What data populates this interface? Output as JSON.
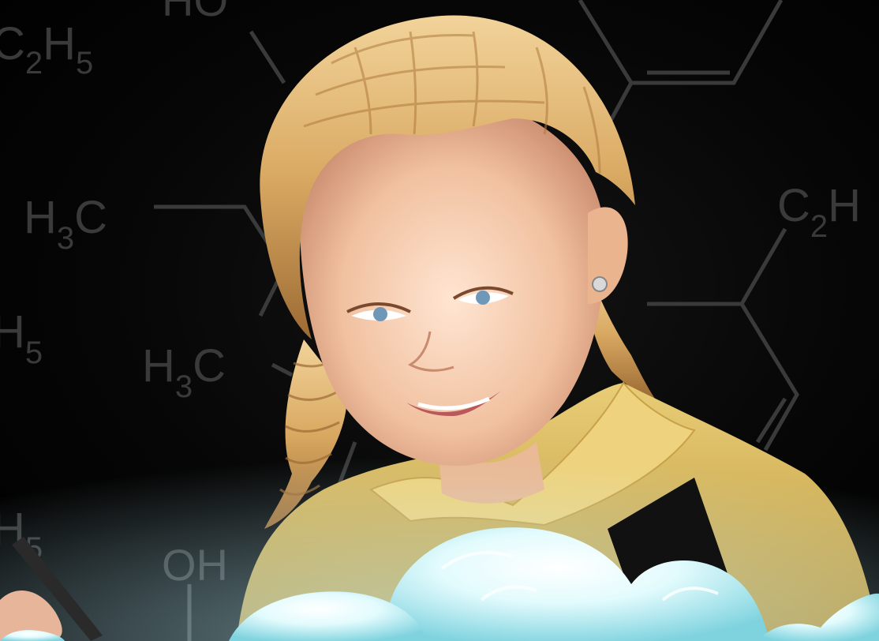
{
  "image": {
    "kind": "photo-illustration",
    "background_color": "#000000"
  },
  "formula_labels": {
    "tl_group": "C",
    "tl_sub": "2",
    "tl_h": "H",
    "tl_sub2": "5",
    "ho": "HO",
    "h3c_upper": "H",
    "h3c_upper_sub": "3",
    "h3c_upper_c": "C",
    "h5_left_h": "H",
    "h5_left_sub": "5",
    "h3c_lower": "H",
    "h3c_lower_sub": "3",
    "h3c_lower_c": "C",
    "c2h_right_c": "C",
    "c2h_right_sub": "2",
    "c2h_right_h": "H",
    "h5_bottom_h": "H",
    "h5_bottom_sub": "5",
    "oh": "OH"
  },
  "colors": {
    "formula": "#3a3a3a",
    "hair": "#d7a766",
    "skin": "#f2c6a8",
    "shirt": "#e3c46a",
    "cloud": "#c9f3f6",
    "cloud_glow": "#ffffff",
    "eyes": "#6f97b8"
  }
}
